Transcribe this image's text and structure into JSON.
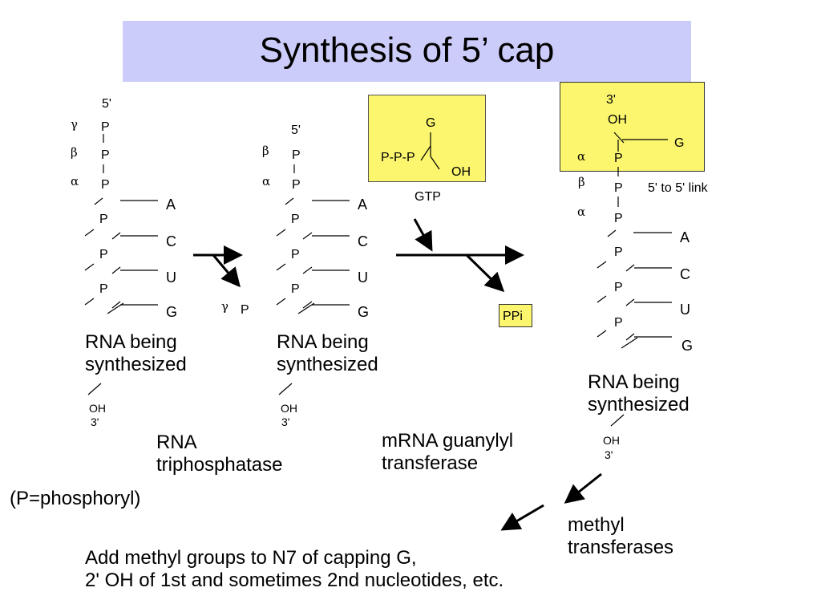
{
  "title": "Synthesis of 5’ cap",
  "labels": {
    "five_prime": "5'",
    "three_prime": "3'",
    "oh": "OH",
    "p": "P",
    "gamma": "γ",
    "beta": "β",
    "alpha": "α",
    "bases": [
      "A",
      "C",
      "U",
      "G"
    ],
    "rna_being": "RNA being",
    "synthesized": "synthesized"
  },
  "gtp_box": {
    "g": "G",
    "ppp": "P-P-P",
    "oh": "OH"
  },
  "gtp_label": "GTP",
  "ppi_label": "PPi",
  "cap_box": {
    "three_prime": "3'",
    "oh": "OH",
    "g": "G"
  },
  "link_label": "5' to 5' link",
  "enzymes": {
    "triphosphatase_line1": "RNA",
    "triphosphatase_line2": "triphosphatase",
    "guanylyl_line1": "mRNA guanylyl",
    "guanylyl_line2": "transferase",
    "methyl_line1": "methyl",
    "methyl_line2": "transferases"
  },
  "phosphoryl_note": "(P=phosphoryl)",
  "footer_line1": "Add methyl groups to N7 of capping G,",
  "footer_line2": "2' OH of 1st and sometimes 2nd nucleotides, etc."
}
